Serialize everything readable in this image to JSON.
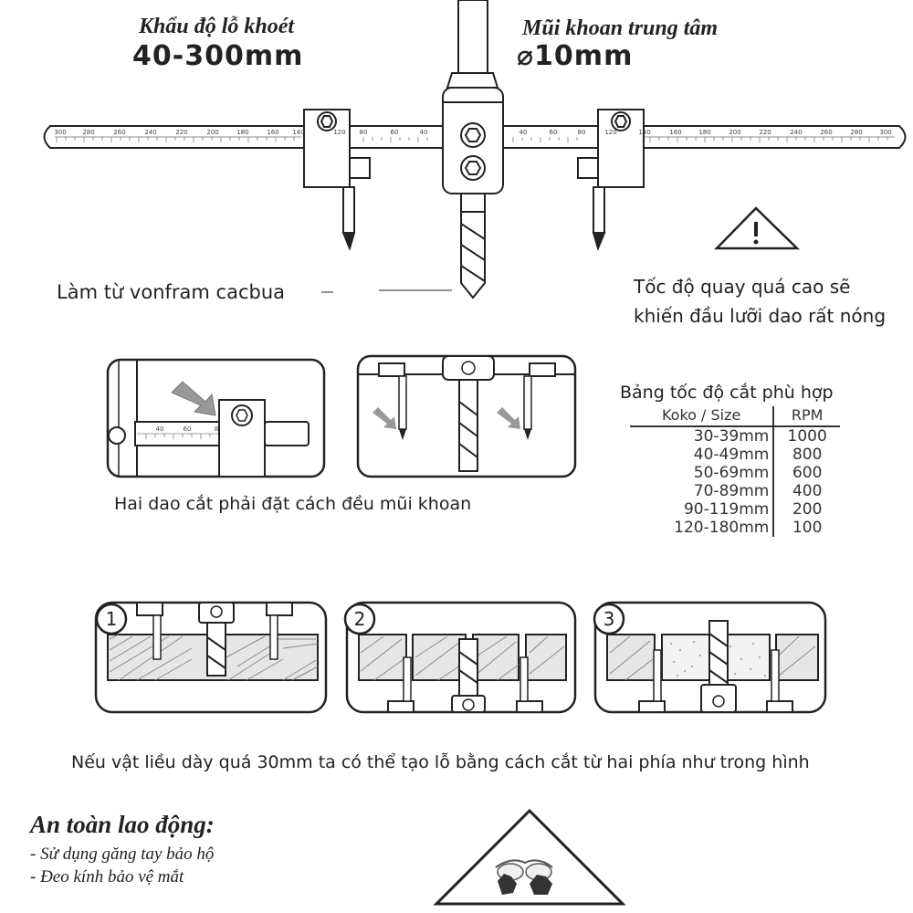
{
  "header": {
    "hole_size_label": "Khẩu độ lỗ khoét",
    "hole_size_value": "40-300mm",
    "center_drill_label": "Mũi khoan trung tâm",
    "center_drill_value": "⌀10mm"
  },
  "ruler": {
    "left_ticks": [
      "300",
      "280",
      "260",
      "240",
      "220",
      "200",
      "180",
      "160",
      "140",
      "120",
      "80",
      "60",
      "40"
    ],
    "right_ticks": [
      "40",
      "60",
      "80",
      "120",
      "140",
      "160",
      "180",
      "200",
      "220",
      "240",
      "260",
      "280",
      "300"
    ]
  },
  "notes": {
    "material": "Làm từ vonfram cacbua",
    "speed_warning_line1": "Tốc độ quay quá cao sẽ",
    "speed_warning_line2": "khiến đầu lưỡi dao rất nóng",
    "warning_icon": "exclamation-triangle-icon",
    "equal_distance": "Hai dao cắt phải đặt cách đều mũi khoan",
    "detail_ticks": [
      "40",
      "60",
      "8"
    ]
  },
  "speed_table": {
    "title": "Bảng tốc độ cắt phù hợp",
    "col_size": "Koko / Size",
    "col_rpm": "RPM",
    "rows": [
      {
        "size": "30-39mm",
        "rpm": "1000"
      },
      {
        "size": "40-49mm",
        "rpm": "800"
      },
      {
        "size": "50-69mm",
        "rpm": "600"
      },
      {
        "size": "70-89mm",
        "rpm": "400"
      },
      {
        "size": "90-119mm",
        "rpm": "200"
      },
      {
        "size": "120-180mm",
        "rpm": "100"
      }
    ]
  },
  "steps": {
    "labels": [
      "1",
      "2",
      "3"
    ],
    "caption": "Nếu vật liều dày quá 30mm ta có thể tạo lỗ bằng cách cắt từ hai phía như trong hình"
  },
  "safety": {
    "title": "An toàn lao động:",
    "items": [
      "- Sử dụng găng tay bảo hộ",
      "- Đeo kính bảo vệ mắt"
    ],
    "icon": "goggles-gloves-warning-icon"
  }
}
